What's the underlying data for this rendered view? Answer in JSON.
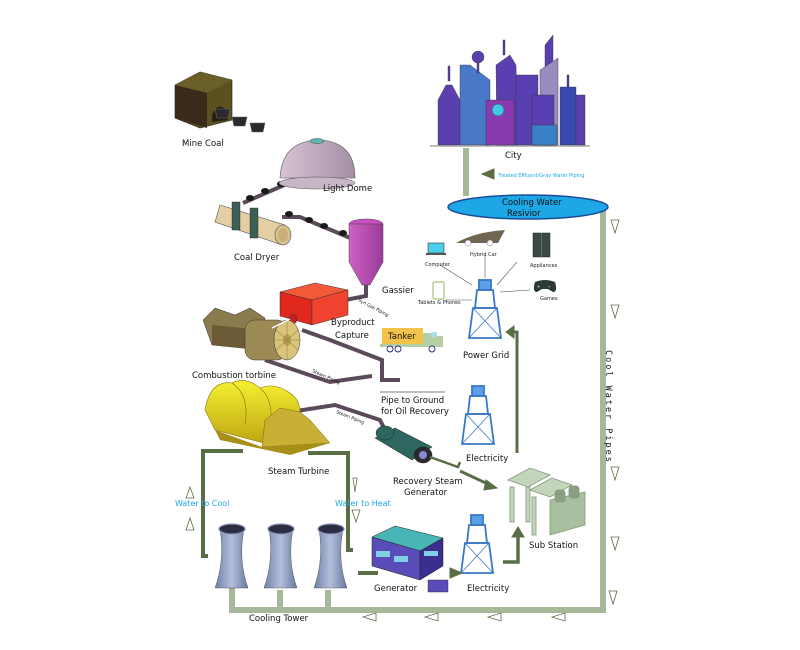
{
  "title": "Coal-to-Power Process Diagram",
  "nodes": {
    "mine_coal": "Mine  Coal",
    "light_dome": "Light Dome",
    "coal_dryer": "Coal Dryer",
    "gassier": "Gassier",
    "byproduct_capture_1": "Byproduct",
    "byproduct_capture_2": "Capture",
    "tanker": "Tanker",
    "combustion_turbine": "Combustion torbine",
    "pipe_to_ground_1": "Pipe to Ground",
    "pipe_to_ground_2": "for Oil Recovery",
    "steam_turbine": "Steam Turbine",
    "recovery_steam_generator_1": "Recovery Steam",
    "recovery_steam_generator_2": "Generator",
    "cooling_tower": "Cooling Tower",
    "generator": "Generator",
    "electricity_bottom": "Electricity",
    "electricity_mid": "Electricity",
    "sub_station": "Sub Station",
    "power_grid": "Power Grid",
    "city": "City",
    "cooling_water_reservoir_1": "Cooling Water",
    "cooling_water_reservoir_2": "Resivior"
  },
  "consumers": {
    "computer": "Computer",
    "hybrid_car": "Hybrid Car",
    "appliances": "Appliances",
    "tablets_phones": "Tablets & Phones",
    "games": "Games"
  },
  "pipe_labels": {
    "syn_gas": "Syn Gas Piping",
    "steam_1": "Steam Piping",
    "steam_2": "Steam Piping",
    "treated_effluent": "Treated Effluent/Gray Water Piping",
    "water_to_cool": "Water to Cool",
    "water_to_heat": "Water to Heat",
    "cool_water_pipes": "Cool Water Pipes"
  },
  "colors": {
    "pipe_brown": "#5b4a5a",
    "water_pipe": "#a5b89a",
    "arrow_green": "#5a6e46",
    "label_blue": "#1ea7e6",
    "reservoir": "#1ea7e6",
    "tower_blue": "#3a78c8"
  }
}
